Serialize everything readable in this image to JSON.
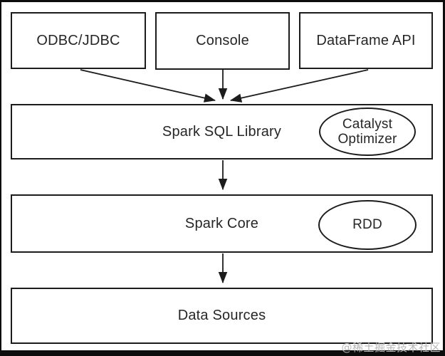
{
  "diagram": {
    "nodes": {
      "odbc_jdbc": {
        "label": "ODBC/JDBC"
      },
      "console": {
        "label": "Console"
      },
      "dataframe_api": {
        "label": "DataFrame API"
      },
      "spark_sql_library": {
        "label": "Spark SQL Library",
        "ellipse": {
          "line1": "Catalyst",
          "line2": "Optimizer"
        }
      },
      "spark_core": {
        "label": "Spark Core",
        "ellipse": {
          "line1": "RDD"
        }
      },
      "data_sources": {
        "label": "Data Sources"
      }
    },
    "edges": [
      {
        "from": "odbc_jdbc",
        "to": "spark_sql_library"
      },
      {
        "from": "console",
        "to": "spark_sql_library"
      },
      {
        "from": "dataframe_api",
        "to": "spark_sql_library"
      },
      {
        "from": "spark_sql_library",
        "to": "spark_core"
      },
      {
        "from": "spark_core",
        "to": "data_sources"
      }
    ],
    "colors": {
      "background": "#ffffff",
      "node_fill": "#ffffff",
      "line": "#1c1c1c",
      "frame": "#0d0d0d",
      "watermark": "#b8b8b8"
    }
  },
  "watermark": {
    "text": "@稀土掘金技术社区"
  }
}
